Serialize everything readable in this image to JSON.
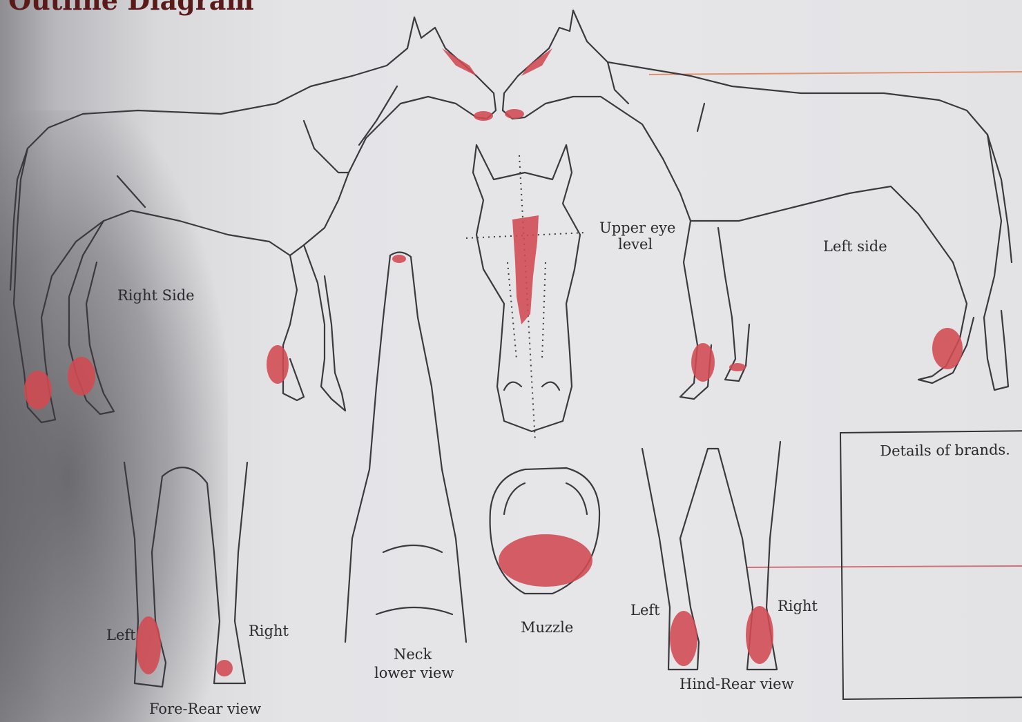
{
  "title": "Outline Diagram",
  "labels": {
    "right_side": "Right Side",
    "left_side": "Left side",
    "upper_eye_1": "Upper eye",
    "upper_eye_2": "level",
    "neck_1": "Neck",
    "neck_2": "lower view",
    "muzzle": "Muzzle",
    "fore_left": "Left",
    "fore_right": "Right",
    "fore_rear_view": "Fore-Rear view",
    "hind_left": "Left",
    "hind_right": "Right",
    "hind_rear_view": "Hind-Rear view"
  },
  "brands_box": {
    "label": "Details of brands."
  },
  "colors": {
    "marking": "#d24a52",
    "outline": "#3a3a3e",
    "title": "#5a1a1a",
    "accent_lines": "#e0906a"
  }
}
